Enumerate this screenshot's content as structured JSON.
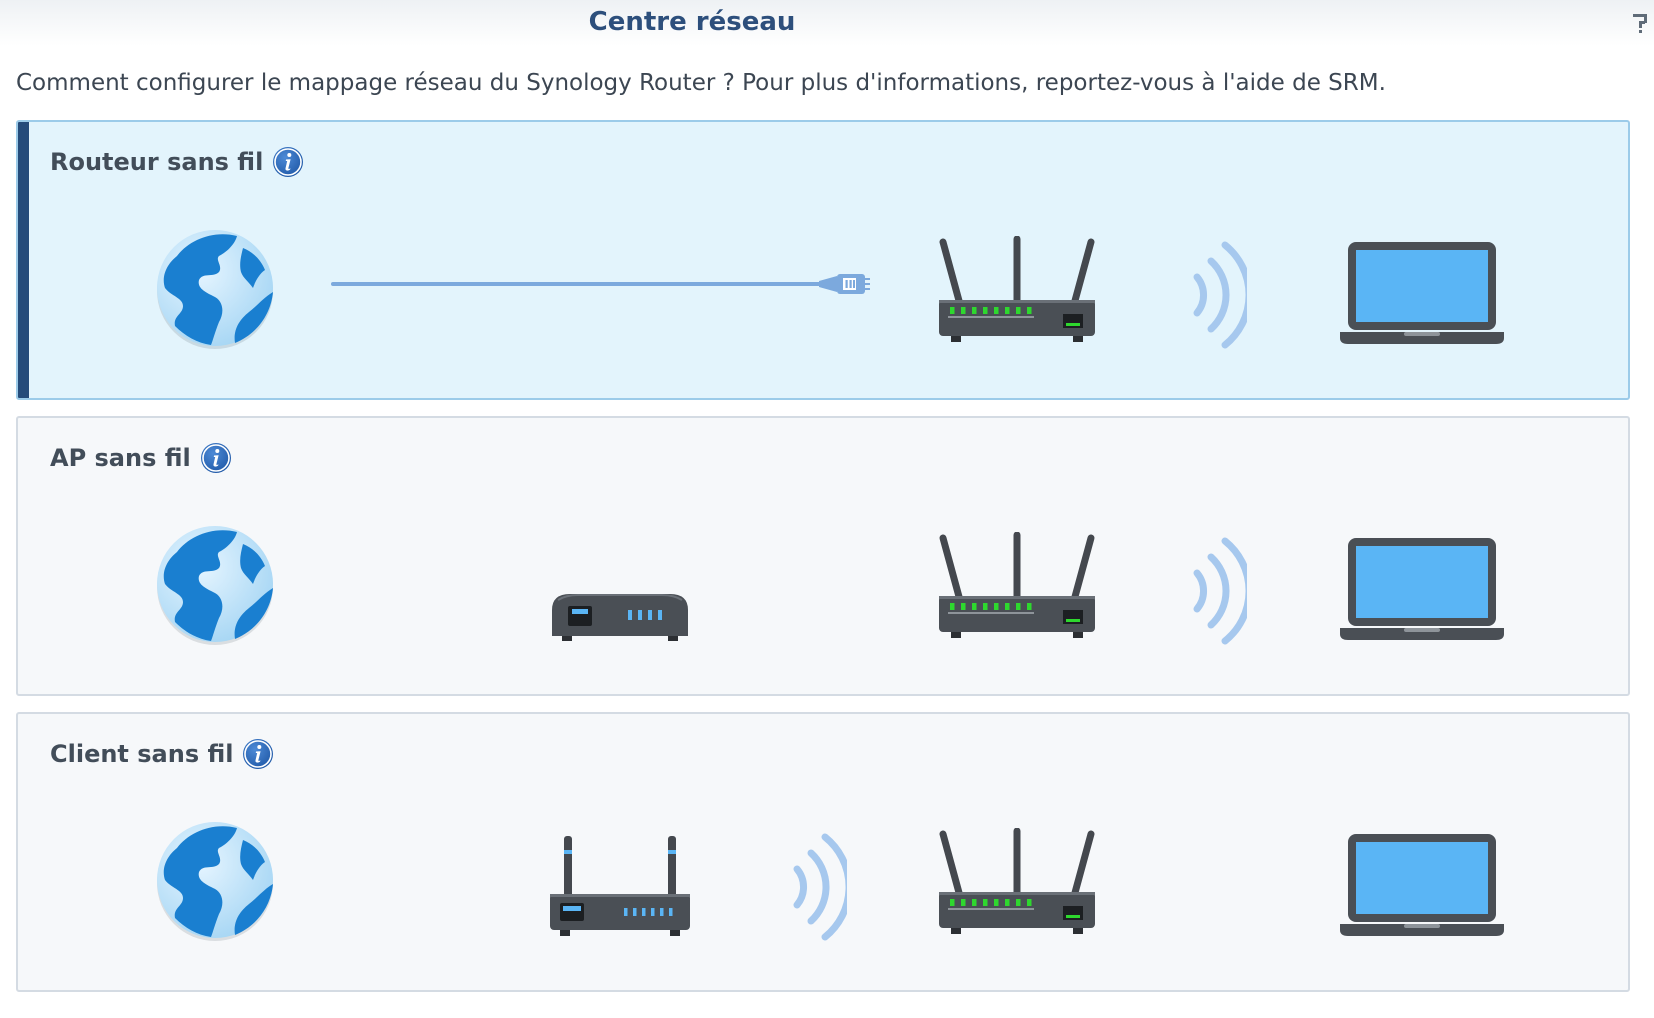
{
  "window": {
    "title": "Centre réseau",
    "help_icon": "help-icon"
  },
  "intro": "Comment configurer le mappage réseau du Synology Router ? Pour plus d'informations, reportez-vous à l'aide de SRM.",
  "modes": [
    {
      "label": "Routeur sans fil",
      "selected": true,
      "info_icon": "info-icon",
      "diagram": [
        "globe-icon",
        "ethernet-cable-icon",
        "router-icon",
        "wifi-signal-icon",
        "laptop-icon"
      ]
    },
    {
      "label": "AP sans fil",
      "selected": false,
      "info_icon": "info-icon",
      "diagram": [
        "globe-icon",
        "ethernet-cable-icon",
        "modem-icon",
        "ethernet-cable-icon",
        "router-icon",
        "wifi-signal-icon",
        "laptop-icon"
      ]
    },
    {
      "label": "Client sans fil",
      "selected": false,
      "info_icon": "info-icon",
      "diagram": [
        "globe-icon",
        "ethernet-cable-icon",
        "access-point-icon",
        "wifi-signal-icon",
        "router-icon",
        "ethernet-cable-icon",
        "laptop-icon"
      ]
    }
  ],
  "colors": {
    "title": "#2d4f7c",
    "selected_bg": "#e3f4fc",
    "selected_bar": "#254b7a",
    "card_bg": "#f6f8fa",
    "info": "#2a65b3",
    "globe_land": "#1a7fd0",
    "globe_sea": "#bfe3fa",
    "cable": "#7ca9dd",
    "wifi": "#a6c8ee",
    "device_body": "#4a4f55",
    "led_green": "#2ed82e",
    "screen": "#5ab5f5"
  }
}
